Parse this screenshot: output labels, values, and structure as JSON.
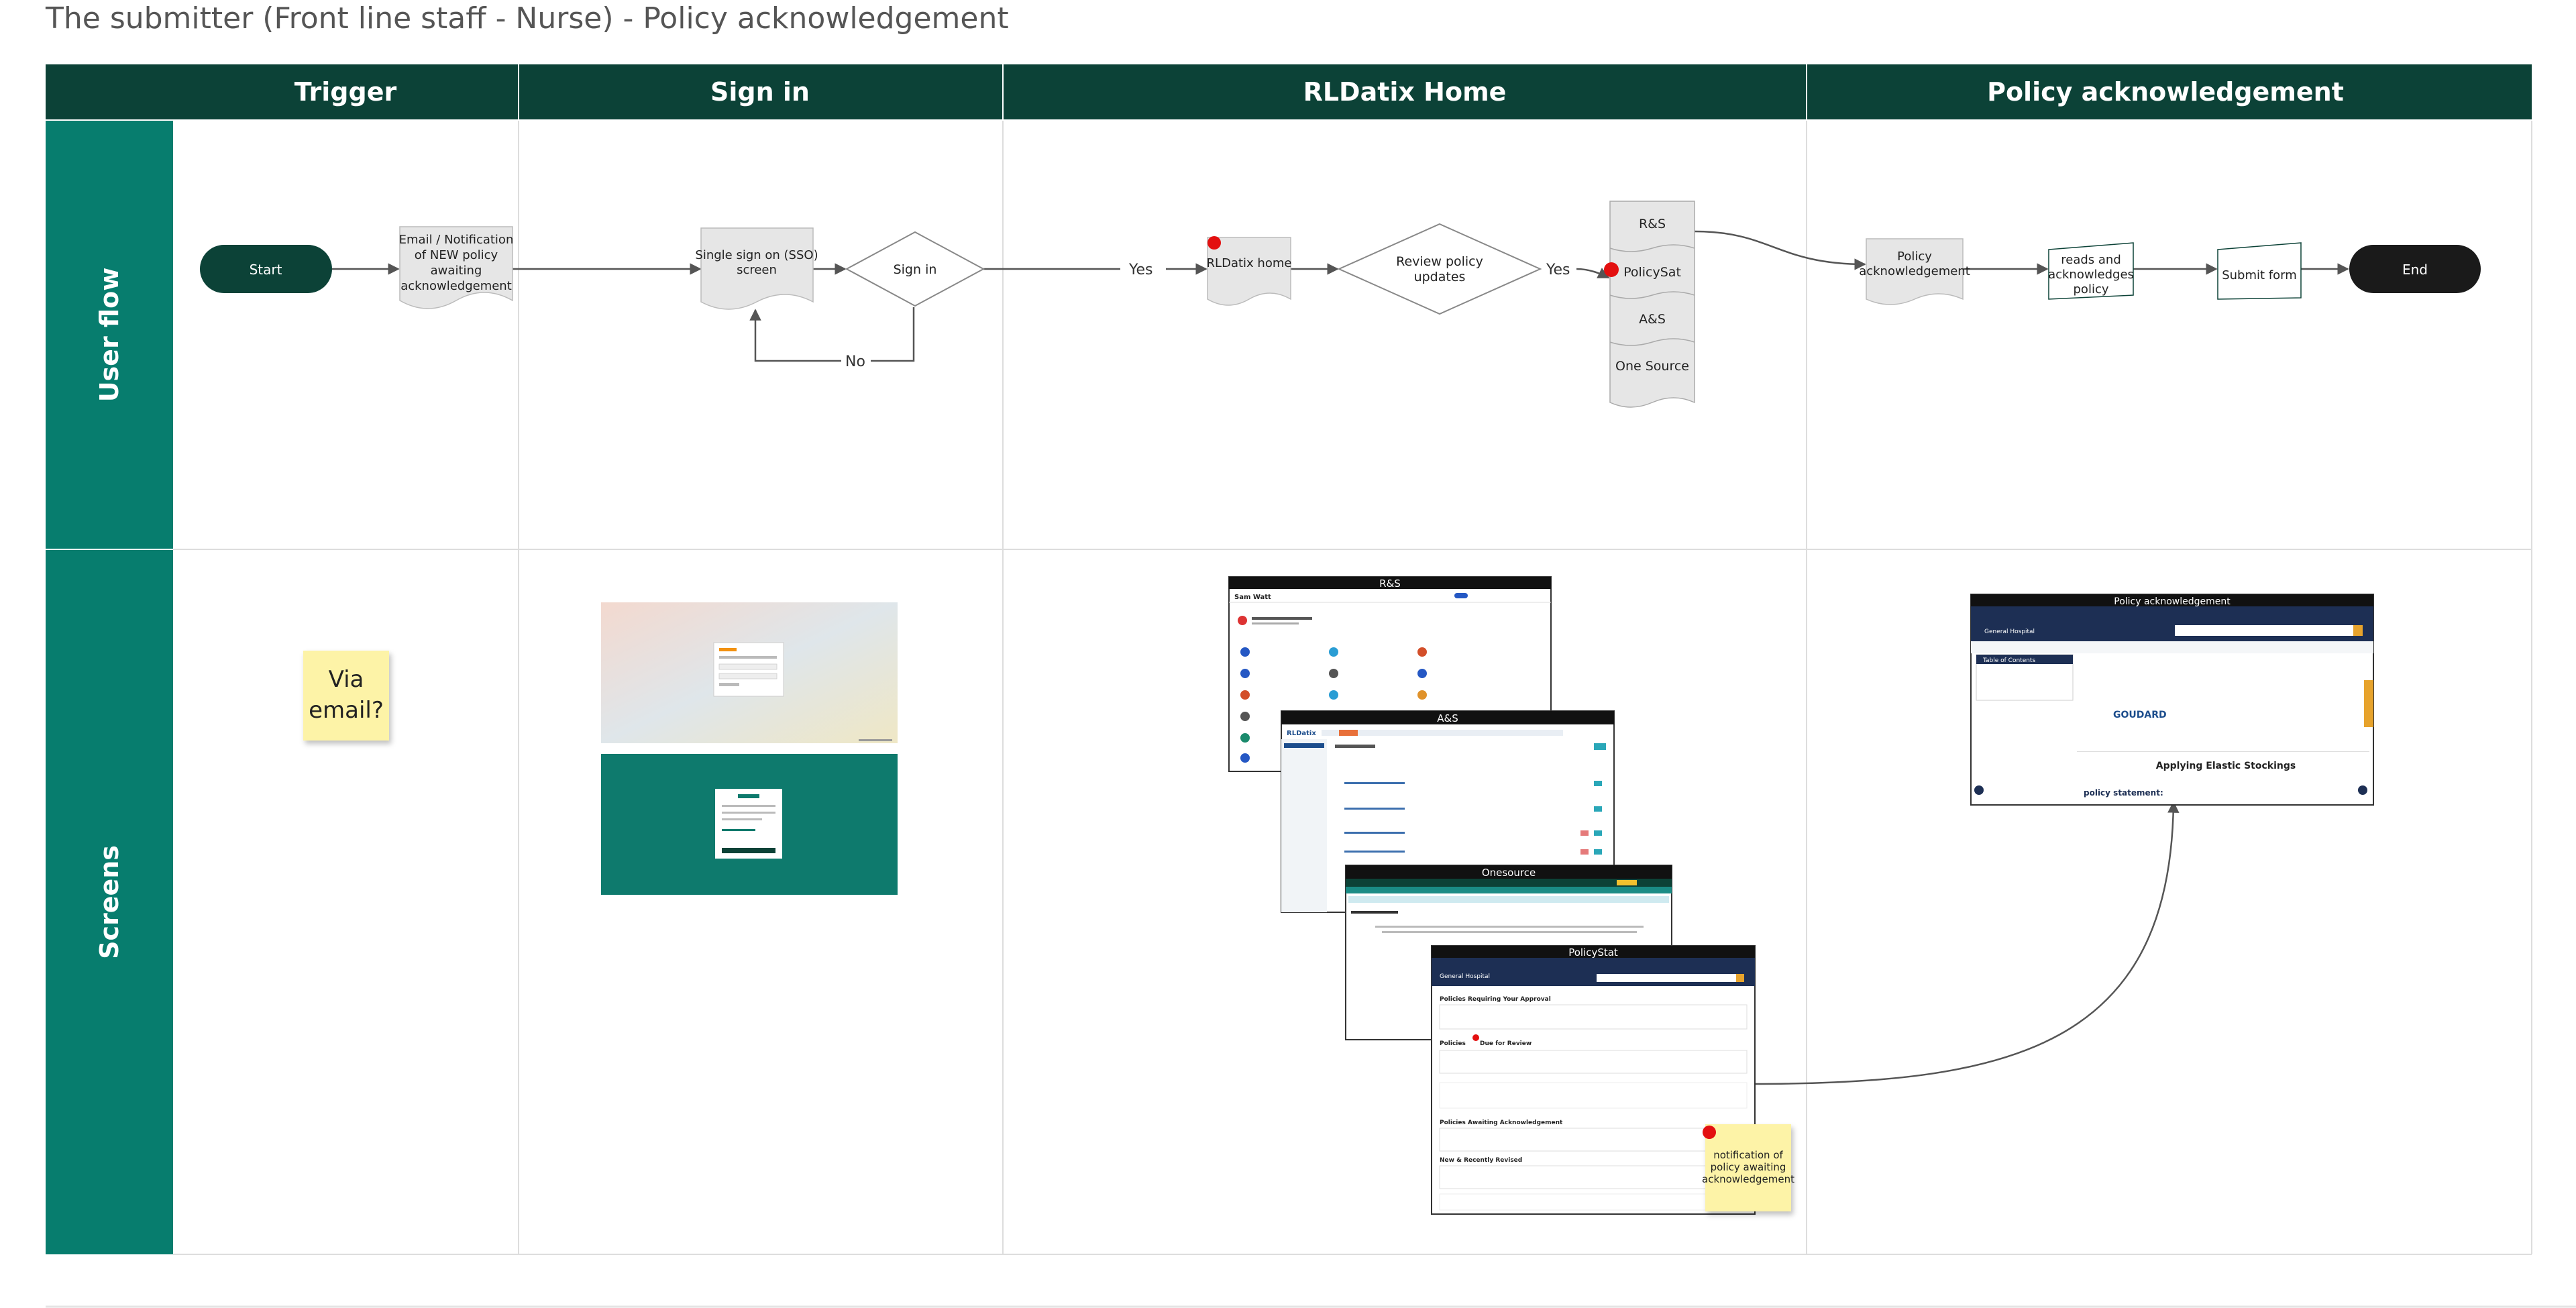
{
  "title": "The submitter (Front line staff - Nurse) - Policy acknowledgement",
  "columns": [
    "Trigger",
    "Sign in",
    "RLDatix Home",
    "Policy acknowledgement"
  ],
  "lanes": [
    "User flow",
    "Screens"
  ],
  "nodes": {
    "start": "Start",
    "email_notification": [
      "Email / Notification",
      "of NEW policy",
      "awaiting",
      "acknowledgement"
    ],
    "sso": [
      "Single sign on (SSO)",
      "screen"
    ],
    "sign_in": "Sign in",
    "rldatix_home": "RLDatix home",
    "review_updates": [
      "Review policy",
      "updates"
    ],
    "product_stack": [
      "R&S",
      "PolicySat",
      "A&S",
      "One Source"
    ],
    "policy_ack": [
      "Policy",
      "acknowledgement"
    ],
    "reads_ack": [
      "reads and",
      "acknowledges",
      "policy"
    ],
    "submit_form": "Submit form",
    "end": "End"
  },
  "edge_labels": {
    "yes1": "Yes",
    "yes2": "Yes",
    "no": "No"
  },
  "sticky_notes": {
    "via_email": [
      "Via",
      "email?"
    ],
    "notification": [
      "notification of",
      "policy awaiting",
      "acknowledgement"
    ]
  },
  "screens": {
    "rs": "R&S",
    "as": "A&S",
    "onesource": "Onesource",
    "policystat": "PolicyStat",
    "policy_ack": "Policy acknowledgement",
    "rs_user": "Sam Watt",
    "as_brand": "RLDatix",
    "policystat_hospital": "General Hospital",
    "policystat_section1": "Policies Requiring Your Approval",
    "policystat_section2": "Policies",
    "policystat_section2_label": "Due for Review",
    "policystat_section3": "Policies Awaiting Acknowledgement",
    "policystat_section4": "New & Recently Revised",
    "ack_hospital": "General Hospital",
    "ack_brand": "GOUDARD",
    "ack_doc_title": "Applying Elastic Stockings",
    "ack_statement": "policy statement:",
    "ack_toc": "Table of Contents"
  },
  "colors": {
    "header": "#0c4237",
    "lane": "#077d6e",
    "node_fill": "#e6e6e6",
    "terminal_start": "#0c4237",
    "terminal_end": "#1a1a1a",
    "sticky": "#fdf3a7",
    "marker": "#e31010",
    "teal_panel": "#0e7a6d"
  }
}
